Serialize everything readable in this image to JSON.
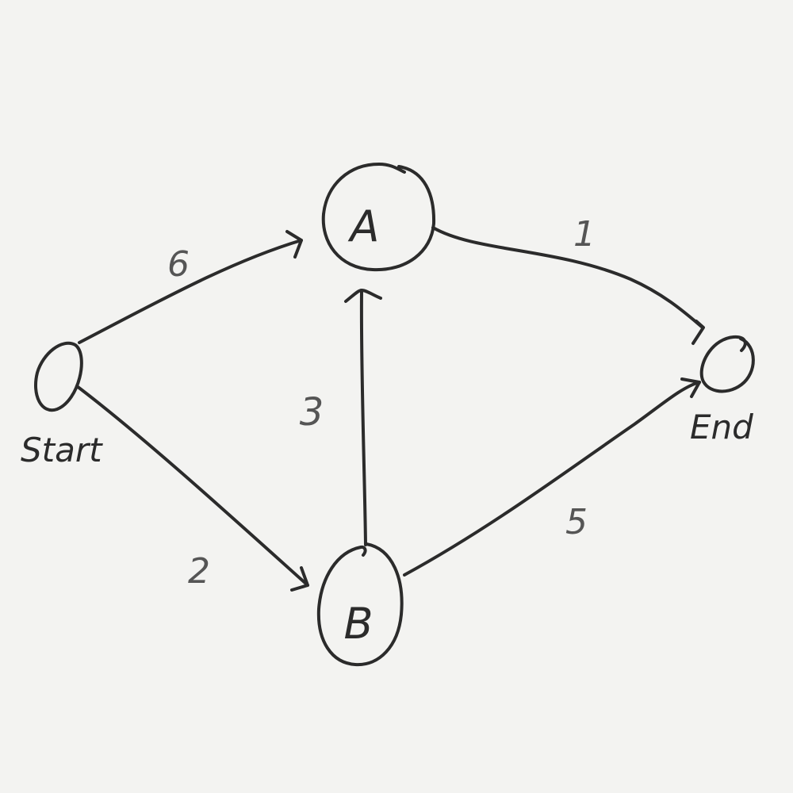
{
  "colors": {
    "background": "#f3f3f1",
    "ink": "#2b2b2b",
    "ink_light": "#555555"
  },
  "nodes": {
    "start": {
      "label": ""
    },
    "a": {
      "label": "A"
    },
    "b": {
      "label": "B"
    },
    "end": {
      "label": ""
    }
  },
  "node_captions": {
    "start": "Start",
    "end": "End"
  },
  "edges": [
    {
      "from": "Start",
      "to": "A",
      "weight": "6"
    },
    {
      "from": "Start",
      "to": "B",
      "weight": "2"
    },
    {
      "from": "B",
      "to": "A",
      "weight": "3"
    },
    {
      "from": "A",
      "to": "End",
      "weight": "1"
    },
    {
      "from": "B",
      "to": "End",
      "weight": "5"
    }
  ]
}
